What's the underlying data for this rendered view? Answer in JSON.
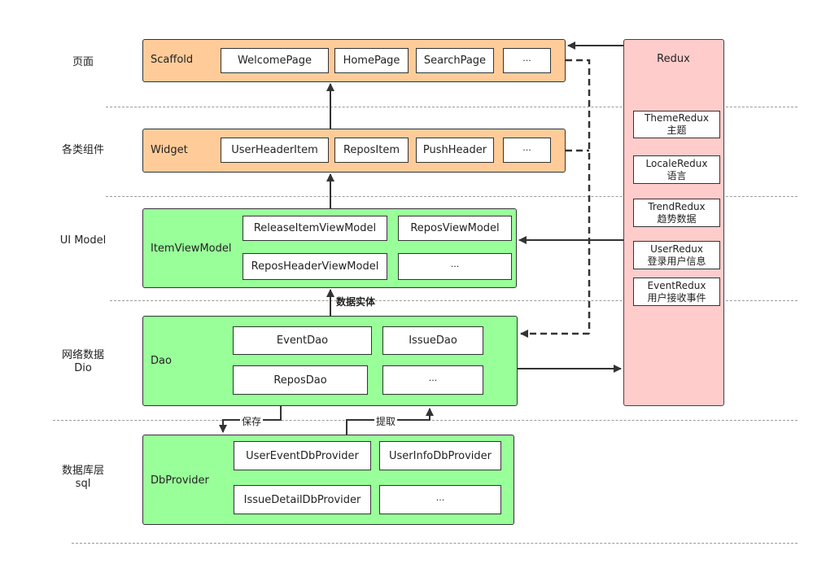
{
  "layers": [
    {
      "label": "页面"
    },
    {
      "label": "各类组件"
    },
    {
      "label": "UI Model"
    },
    {
      "label": "网络数据",
      "label2": "Dio"
    },
    {
      "label": "数据库层",
      "label2": "sql"
    }
  ],
  "scaffold": {
    "title": "Scaffold",
    "items": [
      "WelcomePage",
      "HomePage",
      "SearchPage",
      "···"
    ]
  },
  "widget": {
    "title": "Widget",
    "items": [
      "UserHeaderItem",
      "ReposItem",
      "PushHeader",
      "···"
    ]
  },
  "itemviewmodel": {
    "title": "ItemViewModel",
    "items": [
      "ReleaseItemViewModel",
      "ReposViewModel",
      "ReposHeaderViewModel",
      "···"
    ]
  },
  "dao": {
    "title": "Dao",
    "items": [
      "EventDao",
      "IssueDao",
      "ReposDao",
      "···"
    ]
  },
  "dbprovider": {
    "title": "DbProvider",
    "items": [
      "UserEventDbProvider",
      "UserInfoDbProvider",
      "IssueDetailDbProvider",
      "···"
    ]
  },
  "redux": {
    "title": "Redux",
    "items": [
      {
        "name": "ThemeRedux",
        "desc": "主题"
      },
      {
        "name": "LocaleRedux",
        "desc": "语言"
      },
      {
        "name": "TrendRedux",
        "desc": "趋势数据"
      },
      {
        "name": "UserRedux",
        "desc": "登录用户信息"
      },
      {
        "name": "EventRedux",
        "desc": "用户接收事件"
      }
    ]
  },
  "edges": {
    "data_entity": "数据实体",
    "save": "保存",
    "fetch": "提取"
  }
}
